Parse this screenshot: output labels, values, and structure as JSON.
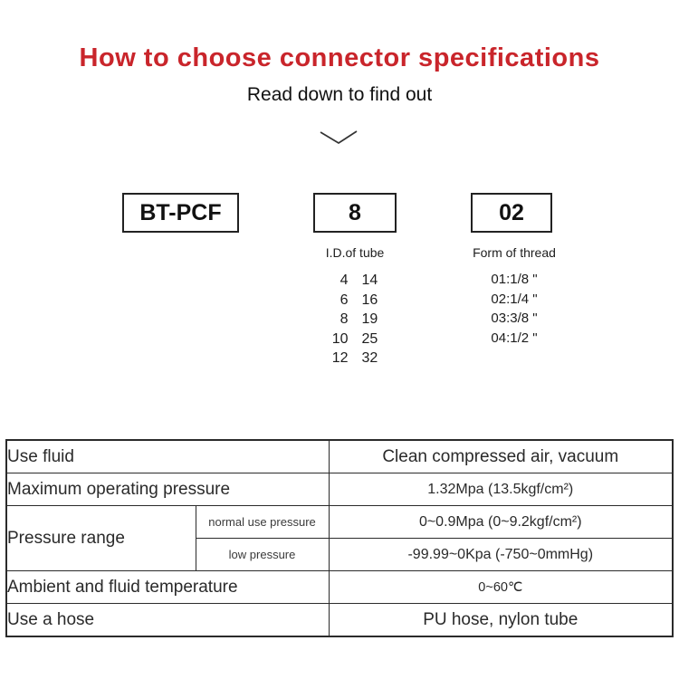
{
  "header": {
    "title": "How to choose connector specifications",
    "subtitle": "Read down to find out",
    "title_color": "#c9252b",
    "chevron_icon": "chevron-down-icon"
  },
  "code_builder": {
    "boxes": [
      {
        "label": "BT-PCF"
      },
      {
        "label": "8"
      },
      {
        "label": "02"
      }
    ],
    "tube": {
      "heading": "I.D.of tube",
      "rows": [
        [
          "4",
          "14"
        ],
        [
          "6",
          "16"
        ],
        [
          "8",
          "19"
        ],
        [
          "10",
          "25"
        ],
        [
          "12",
          "32"
        ]
      ]
    },
    "thread": {
      "heading": "Form of thread",
      "items": [
        "01:1/8 \"",
        "02:1/4 \"",
        "03:3/8 \"",
        "04:1/2 \""
      ]
    }
  },
  "spec_table": {
    "row_highlight_color": "#f4ebdb",
    "border_color": "#2b2b2b",
    "rows": [
      {
        "label": "Use fluid",
        "value": "Clean compressed air, vacuum"
      },
      {
        "label": "Maximum operating pressure",
        "value": "1.32Mpa (13.5kgf/cm²)"
      },
      {
        "label": "Pressure range",
        "sub": "normal use pressure",
        "value": "0~0.9Mpa (0~9.2kgf/cm²)"
      },
      {
        "sub": "low pressure",
        "value": "-99.99~0Kpa (-750~0mmHg)"
      },
      {
        "label": "Ambient and fluid temperature",
        "value": "0~60℃"
      },
      {
        "label": "Use a hose",
        "value": "PU hose, nylon tube"
      }
    ]
  }
}
